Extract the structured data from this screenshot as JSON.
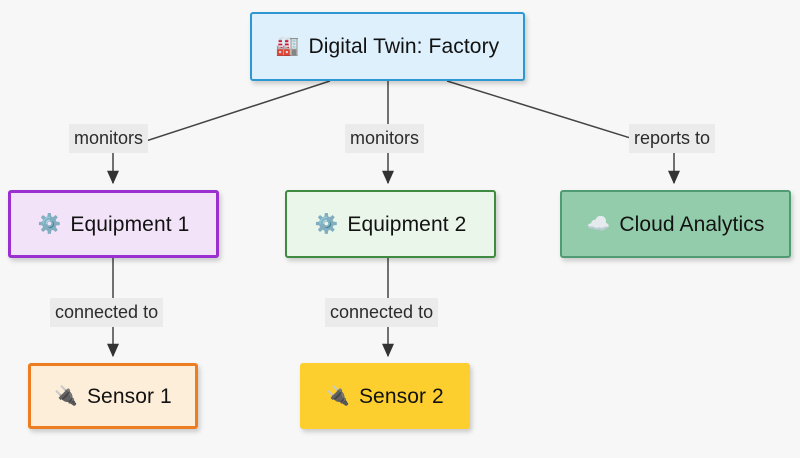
{
  "diagram": {
    "title": "Digital Twin: Factory",
    "background_color": "#f7f7f7",
    "nodes": [
      {
        "id": "factory",
        "label": "Digital Twin: Factory",
        "icon": "factory-icon",
        "icon_glyph": "🏭",
        "fill": "#ddf0fc",
        "stroke": "#2d97d1"
      },
      {
        "id": "equipment-1",
        "label": "Equipment 1",
        "icon": "gear-icon",
        "icon_glyph": "⚙️",
        "fill": "#f3e3f8",
        "stroke": "#9b30d0"
      },
      {
        "id": "equipment-2",
        "label": "Equipment 2",
        "icon": "gear-icon",
        "icon_glyph": "⚙️",
        "fill": "#eaf6ea",
        "stroke": "#3f8b42"
      },
      {
        "id": "cloud-analytics",
        "label": "Cloud Analytics",
        "icon": "cloud-icon",
        "icon_glyph": "☁️",
        "fill": "#93ccab",
        "stroke": "#4e9b74"
      },
      {
        "id": "sensor-1",
        "label": "Sensor 1",
        "icon": "plug-icon",
        "icon_glyph": "🔌",
        "fill": "#fdeeda",
        "stroke": "#ed7d20"
      },
      {
        "id": "sensor-2",
        "label": "Sensor 2",
        "icon": "plug-icon",
        "icon_glyph": "🔌",
        "fill": "#fccf2f",
        "stroke": "#fccf2f"
      }
    ],
    "edges": [
      {
        "from": "factory",
        "to": "equipment-1",
        "label": "monitors"
      },
      {
        "from": "factory",
        "to": "equipment-2",
        "label": "monitors"
      },
      {
        "from": "factory",
        "to": "cloud-analytics",
        "label": "reports to"
      },
      {
        "from": "equipment-1",
        "to": "sensor-1",
        "label": "connected to"
      },
      {
        "from": "equipment-2",
        "to": "sensor-2",
        "label": "connected to"
      }
    ],
    "edge_label_background": "#ebebeb",
    "edge_line_color": "#444444"
  }
}
